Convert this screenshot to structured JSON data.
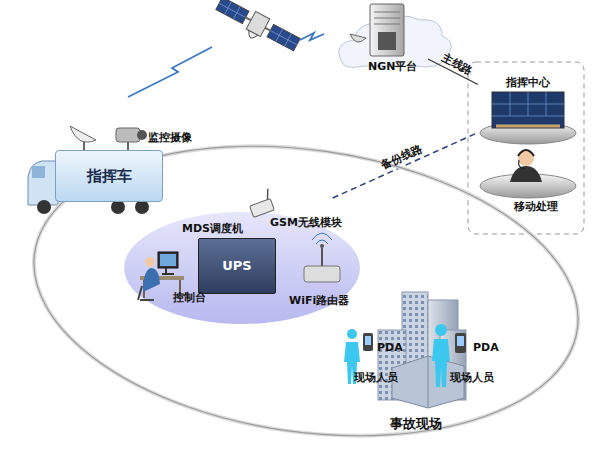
{
  "diagram": {
    "nodes": [
      {
        "text": [
          "NGN平台"
        ]
      },
      {
        "text": [
          "指挥中心"
        ]
      },
      {
        "text": [
          "移动处理"
        ]
      },
      {
        "text": [
          "指挥车"
        ]
      },
      {
        "text": [
          "事故现场"
        ]
      },
      {
        "text": [
          "GSM无线模块"
        ],
        "in": 4
      },
      {
        "text": [
          "MDS调度机",
          "UPS"
        ],
        "in": 4
      },
      {
        "text": [
          "控制台"
        ],
        "in": 4
      },
      {
        "text": [
          "WiFi路由器"
        ],
        "in": 4
      },
      {
        "text": [
          "PDA",
          "现场人员"
        ],
        "in": 4
      },
      {
        "text": [
          "PDA",
          "现场人员"
        ],
        "in": 4
      }
    ],
    "edges": [
      {
        "from": 0,
        "to": 1,
        "label": "主线路",
        "arrow": "none"
      },
      {
        "from": 5,
        "to": 1,
        "label": "备份线路",
        "arrow": "none"
      }
    ],
    "labels": [
      "监控摄像"
    ]
  }
}
